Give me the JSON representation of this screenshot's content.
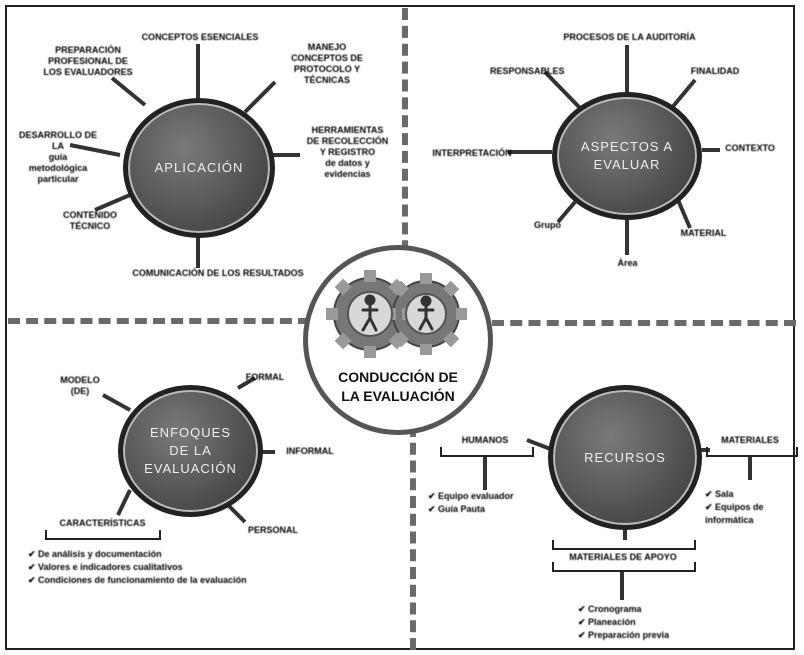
{
  "center": {
    "title": "CONDUCCIÓN DE\nLA EVALUACIÓN",
    "gear_icon": "gears-with-figures-icon"
  },
  "quadrants": {
    "aplicacion": {
      "circle_label": "APLICACIÓN",
      "labels": [
        "PREPARACIÓN\nPROFESIONAL DE\nLOS EVALUADORES",
        "CONCEPTOS ESENCIALES",
        "MANEJO\nCONCEPTOS DE\nPROTOCOLO Y TÉCNICAS",
        "HERRAMIENTAS\nDE RECOLECCIÓN\nY REGISTRO\nde datos y\nevidencias",
        "DESARROLLO DE\nLA\nguía\nmetodológica\nparticular",
        "CONTENIDO\nTÉCNICO",
        "COMUNICACIÓN DE LOS RESULTADOS"
      ]
    },
    "aspectos": {
      "circle_label": "ASPECTOS A\nEVALUAR",
      "labels": [
        "PROCESOS DE LA AUDITORÍA",
        "RESPONSABLES",
        "FINALIDAD",
        "INTERPRETACIÓN",
        "CONTEXTO",
        "Grupo",
        "MATERIAL",
        "Área"
      ]
    },
    "enfoques": {
      "circle_label": "ENFOQUES\nDE LA\nEVALUACIÓN",
      "labels": [
        "MODELO\n(DE)",
        "FORMAL",
        "INFORMAL",
        "PERSONAL",
        "CARACTERÍSTICAS"
      ],
      "checklist": [
        "De análisis y documentación",
        "Valores e indicadores cualitativos",
        "Condiciones de funcionamiento de la evaluación"
      ]
    },
    "recursos": {
      "circle_label": "RECURSOS",
      "left_header": "HUMANOS",
      "left_items": [
        "Equipo evaluador",
        "Guía Pauta"
      ],
      "right_header": "MATERIALES",
      "right_items": [
        "Sala",
        "Equipos de informática"
      ],
      "bottom_header": "MATERIALES DE APOYO",
      "bottom_items": [
        "Cronograma",
        "Planeación",
        "Preparación previa"
      ]
    }
  },
  "colors": {
    "circle": "#555555",
    "circle_text": "#eeeeee",
    "lines": "#333333",
    "dashes": "#6a6a6a"
  }
}
